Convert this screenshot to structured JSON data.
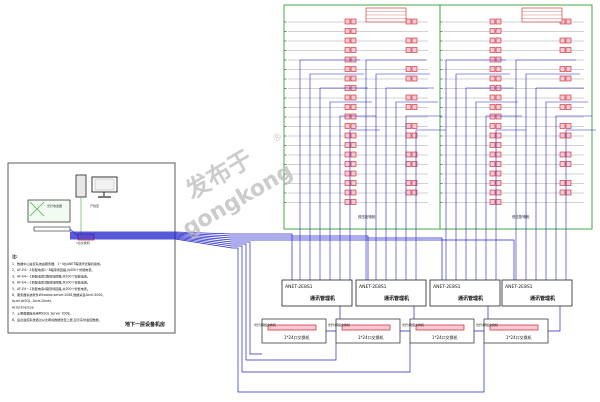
{
  "colors": {
    "wire": "#2222cc",
    "panel_green": "#44aa44",
    "device_red": "#cc2222",
    "device_fill": "#f7c9d6",
    "label_black": "#111111",
    "watermark": "#bbbbbb"
  },
  "control_room": {
    "title": "地下一层设备机房",
    "notes_heading": "注:",
    "notes": [
      "1、数据中心监控系统由服务器、1~4台ANET等通讯管理机组成。",
      "2、AF-E4~-1到配电房1~8路现场回路,共400个智能电表。",
      "3、AF-E4~-1到配电房2路现场回路,共200个智能电表。",
      "4、AF-E4~-1到配电房3路现场回路,共200个智能电表。",
      "5、AF-E4~-1到配电房4路现场回路,共200个智能电表。",
      "6、服务器系统软件Windows-server-2008,数据采集Acrel-5000。",
      "Acrel-dcSQL, Acrel-Driver,",
      "Acrel-EnerCye",
      "7、上层数据库采用MSSQL Server 2008。",
      "8、后台监控系统通过以太网将数据送至上层,显示实时监控数据。"
    ],
    "switch_label": "1台交换机",
    "box_label": "光纤收发器",
    "floor_label": "产线室"
  },
  "panels": [
    {
      "footer_label": "低压配电柜"
    },
    {
      "footer_label": "低压配电柜"
    }
  ],
  "comm_managers": [
    {
      "model": "ANET-2E8S1",
      "name": "通讯管理机"
    },
    {
      "model": "ANET-2E8S1",
      "name": "通讯管理机"
    },
    {
      "model": "ANET-2E8S1",
      "name": "通讯管理机"
    },
    {
      "model": "ANET-2E8S1",
      "name": "通讯管理机"
    }
  ],
  "switches": [
    {
      "label": "1*24口交换机",
      "top": "光纤/网络交换机"
    },
    {
      "label": "1*24口交换机",
      "top": "光纤/网络交换机"
    },
    {
      "label": "1*24口交换机",
      "top": "光纤/网络交换机"
    },
    {
      "label": "1*24口交换机",
      "top": "光纤/网络交换机"
    }
  ],
  "watermark": {
    "line1": "发布于",
    "line2": "gongkong"
  }
}
